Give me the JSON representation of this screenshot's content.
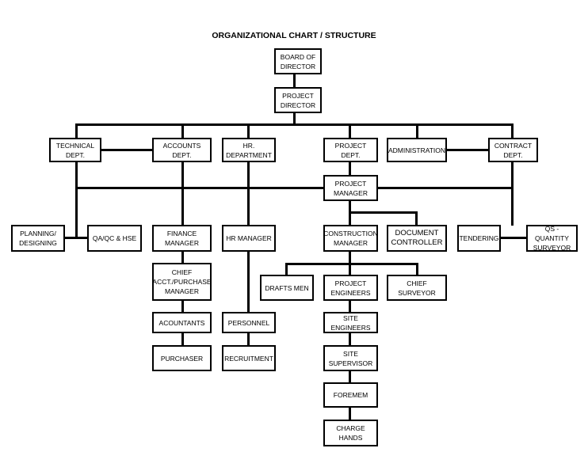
{
  "title": "ORGANIZATIONAL CHART / STRUCTURE",
  "nodes": {
    "board": "BOARD OF\nDIRECTOR",
    "project_director": "PROJECT\nDIRECTOR",
    "technical_dept": "TECHNICAL\nDEPT.",
    "accounts_dept": "ACCOUNTS DEPT.",
    "hr_department": "HR.\nDEPARTMENT",
    "project_dept": "PROJECT DEPT.",
    "administration": "ADMINISTRATION",
    "contract_dept": "CONTRACT\nDEPT.",
    "project_manager": "PROJECT\nMANAGER",
    "planning_designing": "PLANNING/\nDESIGNING",
    "qa_qc_hse": "QA/QC & HSE",
    "finance_manager": "FINANCE\nMANAGER",
    "hr_manager": "HR MANAGER",
    "construction_manager": "CONSTRUCTION\nMANAGER",
    "document_controller": "DOCUMENT\nCONTROLLER",
    "tendering": "TENDERING",
    "qs_surveyor": "QS - QUANTITY\nSURVEYOR",
    "chief_accountant": "CHIEF\nACCT./PURCHASE\nMANAGER",
    "drafts_men": "DRAFTS MEN",
    "project_engineers": "PROJECT\nENGINEERS",
    "chief_surveyor": "CHIEF SURVEYOR",
    "acountants": "ACOUNTANTS",
    "personnel": "PERSONNEL",
    "site_engineers": "SITE  ENGINEERS",
    "purchaser": "PURCHASER",
    "recruitment": "RECRUITMENT",
    "site_supervisor": "SITE SUPERVISOR",
    "foremem": "FOREMEM",
    "charge_hands": "CHARGE HANDS"
  }
}
